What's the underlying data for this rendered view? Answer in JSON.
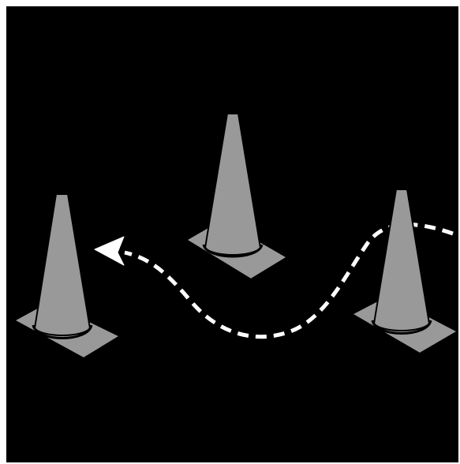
{
  "scene": {
    "background_color": "#000000",
    "frame_color": "#ffffff",
    "cone_fill_color": "#999999",
    "cone_outline_color": "#000000",
    "path_color": "#ffffff",
    "path_style": "dashed",
    "arrow_direction": "left",
    "cones": [
      {
        "name": "cone-left"
      },
      {
        "name": "cone-center"
      },
      {
        "name": "cone-right"
      }
    ]
  }
}
